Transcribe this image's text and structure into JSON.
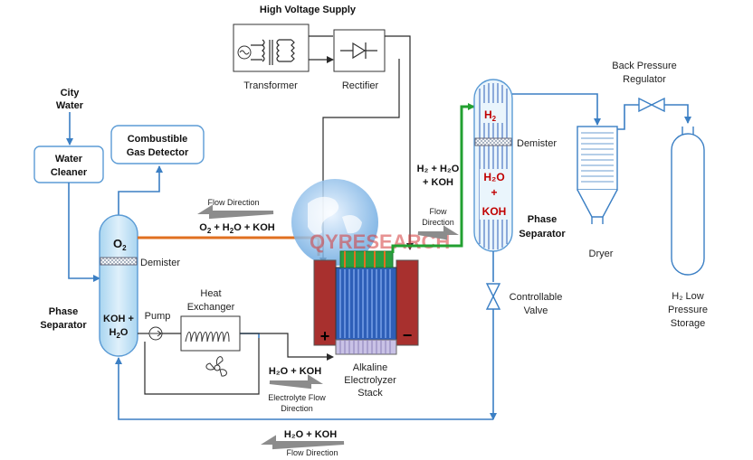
{
  "supply": {
    "title": "High Voltage Supply",
    "transformer": "Transformer",
    "rectifier": "Rectifier"
  },
  "water": {
    "source_line1": "City",
    "source_line2": "Water",
    "cleaner_line1": "Water",
    "cleaner_line2": "Cleaner"
  },
  "detector": {
    "line1": "Combustible",
    "line2": "Gas Detector"
  },
  "left_separator": {
    "o2": "O",
    "o2_sub": "2",
    "demister": "Demister",
    "koh_line1": "KOH +",
    "koh_line2": "H",
    "koh_line2_sub": "2",
    "koh_line2_end": "O",
    "label_line1": "Phase",
    "label_line2": "Separator"
  },
  "pump": "Pump",
  "heat_exchanger": {
    "line1": "Heat",
    "line2": "Exchanger"
  },
  "stack": {
    "line1": "Alkaline",
    "line2": "Electrolyzer",
    "line3": "Stack",
    "plus": "+",
    "minus": "−"
  },
  "flow_top": {
    "direction": "Flow Direction",
    "pre": "O",
    "sub": "2",
    "rest": " + H",
    "sub2": "2",
    "end": "O + KOH"
  },
  "flow_mid": {
    "line1": "Flow",
    "line2": "Direction"
  },
  "flow_elec": {
    "formula": "H₂O + KOH",
    "line1": "Electrolyte Flow",
    "line2": "Direction"
  },
  "flow_bottom": {
    "formula": "H₂O + KOH",
    "direction": "Flow Direction"
  },
  "h2_koh": {
    "line1": "H₂ + H₂O",
    "line2": "+ KOH"
  },
  "right_separator": {
    "h2": "H",
    "h2_sub": "2",
    "demister": "Demister",
    "h2o": "H₂O",
    "plus": "+",
    "koh": "KOH",
    "label_line1": "Phase",
    "label_line2": "Separator"
  },
  "valve": {
    "line1": "Controllable",
    "line2": "Valve"
  },
  "dryer": "Dryer",
  "bpr": {
    "line1": "Back Pressure",
    "line2": "Regulator"
  },
  "storage": {
    "line1": "H₂ Low",
    "line2": "Pressure",
    "line3": "Storage"
  },
  "watermark": "QYRESEARCH",
  "colors": {
    "separator_fill": "#bfe0f5",
    "stack_red": "#a8302e",
    "stack_blue": "#2e5fb8",
    "o2_line": "#e07020",
    "h2_line": "#22a030",
    "pipe_blue": "#3b7fc4"
  }
}
